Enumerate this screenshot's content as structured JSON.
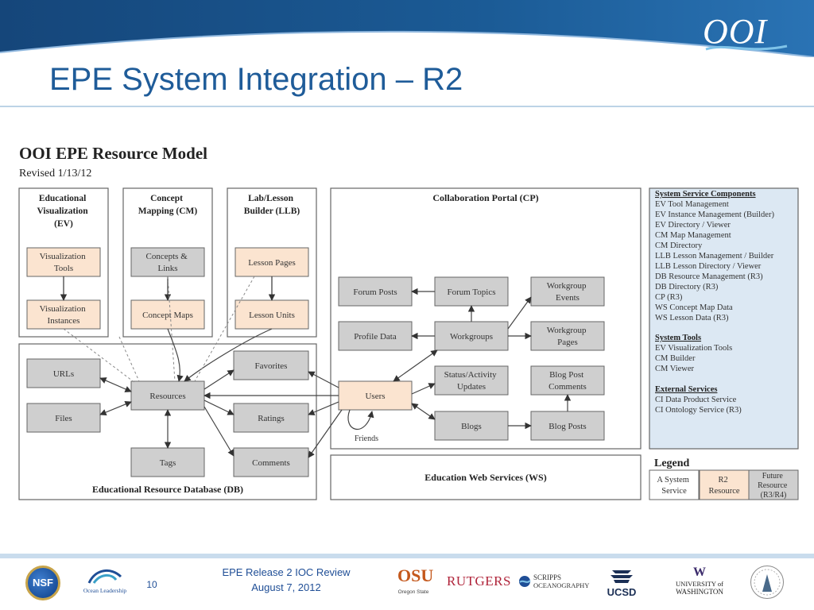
{
  "header": {
    "title": "EPE System Integration – R2",
    "logo_text": "OOI"
  },
  "diagram": {
    "heading": "OOI EPE Resource Model",
    "revised": "Revised 1/13/12",
    "ev": {
      "title_lines": [
        "Educational",
        "Visualization",
        "(EV)"
      ],
      "tools": [
        "Visualization",
        "Tools"
      ],
      "instances": [
        "Visualization",
        "Instances"
      ]
    },
    "cm": {
      "title_lines": [
        "Concept",
        "Mapping (CM)"
      ],
      "links": [
        "Concepts &",
        "Links"
      ],
      "maps": "Concept Maps"
    },
    "llb": {
      "title_lines": [
        "Lab/Lesson",
        "Builder (LLB)"
      ],
      "pages": "Lesson Pages",
      "units": "Lesson Units"
    },
    "db": {
      "label": "Educational Resource Database (DB)",
      "urls": "URLs",
      "files": "Files",
      "resources": "Resources",
      "tags": "Tags",
      "favorites": "Favorites",
      "ratings": "Ratings",
      "comments": "Comments"
    },
    "cp": {
      "title": "Collaboration Portal (CP)",
      "forum_posts": "Forum Posts",
      "forum_topics": "Forum Topics",
      "workgroup_events": [
        "Workgroup",
        "Events"
      ],
      "profile_data": "Profile Data",
      "workgroups": "Workgroups",
      "workgroup_pages": [
        "Workgroup",
        "Pages"
      ],
      "status": [
        "Status/Activity",
        "Updates"
      ],
      "blog_comments": [
        "Blog Post",
        "Comments"
      ],
      "users": "Users",
      "friends": "Friends",
      "blogs": "Blogs",
      "blog_posts": "Blog Posts"
    },
    "ws": {
      "label": "Education Web Services (WS)"
    },
    "side_panel": {
      "system_heading": "System Service Components",
      "system_items": [
        "EV Tool Management",
        "EV Instance Management (Builder)",
        "EV Directory / Viewer",
        "CM Map Management",
        "CM Directory",
        "LLB Lesson Management / Builder",
        "LLB Lesson Directory / Viewer",
        "DB Resource Management (R3)",
        "DB Directory (R3)",
        "CP (R3)",
        "WS Concept Map Data",
        "WS Lesson Data (R3)"
      ],
      "tools_heading": "System Tools",
      "tools_items": [
        "EV Visualization Tools",
        "CM Builder",
        "CM Viewer"
      ],
      "external_heading": "External Services",
      "external_items": [
        "CI Data Product Service",
        "CI Ontology Service (R3)"
      ]
    },
    "legend": {
      "title": "Legend",
      "system_service": [
        "A System",
        "Service"
      ],
      "r2_resource": [
        "R2",
        "Resource"
      ],
      "future_resource": [
        "Future",
        "Resource",
        "(R3/R4)"
      ]
    }
  },
  "footer": {
    "page_number": "10",
    "line1": "EPE Release 2 IOC Review",
    "line2": "August 7, 2012",
    "logos": {
      "nsf": "NSF",
      "ocean_leadership_1": "Ocean Leadership",
      "osu_1": "OSU",
      "osu_2": "Oregon State",
      "rutgers": "RUTGERS",
      "scripps_1": "SCRIPPS",
      "scripps_2": "OCEANOGRAPHY",
      "ucsd": "UCSD",
      "uw_1": "W",
      "uw_2": "UNIVERSITY of",
      "uw_3": "WASHINGTON"
    },
    "colors": {
      "navy": "#1f4e96",
      "r2_fill": "#fbe4d0",
      "future_fill": "#cfcfcf",
      "panel_fill": "#dce8f3"
    }
  }
}
